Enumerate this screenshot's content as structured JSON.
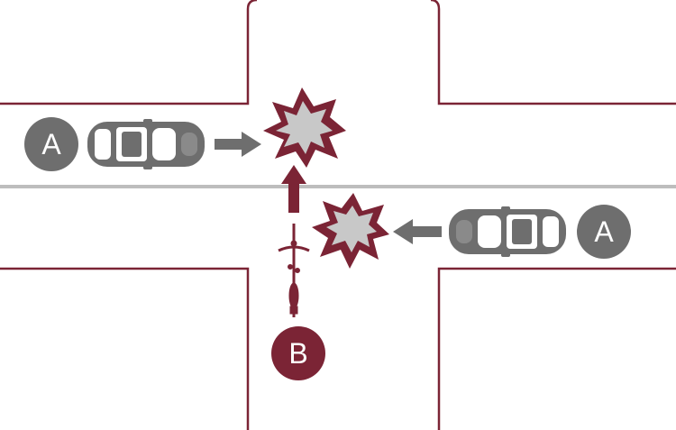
{
  "colors": {
    "road_edge": "#7b2435",
    "center_line": "#bdbdbd",
    "car_body": "#6e6e6e",
    "car_window": "#ffffff",
    "arrow_gray": "#6e6e6e",
    "arrow_red": "#7b2435",
    "burst_outer": "#7b2435",
    "burst_inner": "#c8c8c8",
    "badge_a": "#6e6e6e",
    "badge_b": "#7b2435",
    "bicycle": "#7b2435"
  },
  "scene": {
    "vehicle_a_top": {
      "label": "A",
      "icon": "car-icon",
      "direction": "right"
    },
    "vehicle_a_bottom": {
      "label": "A",
      "icon": "car-icon",
      "direction": "left"
    },
    "cyclist_b": {
      "label": "B",
      "icon": "bicycle-icon",
      "direction": "up"
    },
    "impacts": [
      {
        "icon": "collision-burst-icon"
      },
      {
        "icon": "collision-burst-icon"
      }
    ]
  }
}
